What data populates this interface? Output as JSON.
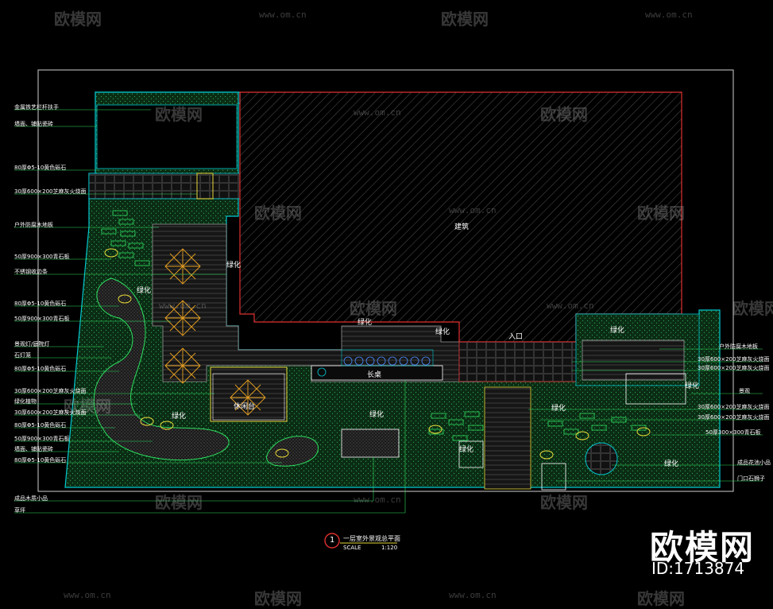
{
  "watermark": {
    "brand": "欧模网",
    "url": "www.om.cn"
  },
  "logo": {
    "brand": "欧模网",
    "id": "ID:1713874"
  },
  "drawing": {
    "title": "一层室外景观总平面",
    "scale_label": "SCALE",
    "scale_value": "1:120",
    "number": "1"
  },
  "plan_labels": {
    "building": "建筑",
    "entrance": "入口",
    "long_bench": "长桌",
    "pavilion": "休闲台",
    "green": "绿化"
  },
  "left_labels": [
    "金属铁艺栏杆扶手",
    "墙面、铺贴瓷砖",
    "80厚Φ5-10黄色砾石",
    "30厚600×200芝麻灰火烧面",
    "户外防腐木地板",
    "50厚900×300青石板",
    "不锈钢收边条",
    "80厚Φ5-10黄色砾石",
    "50厚900×300青石板",
    "景观灯/庭院灯",
    "石灯笼",
    "80厚Φ5-10黄色砾石",
    "30厚600×200芝麻灰火烧面",
    "绿化植物",
    "30厚600×200芝麻灰火烧面",
    "80厚Φ5-10黄色砾石",
    "50厚900×300青石板",
    "墙面、铺贴瓷砖",
    "80厚Φ5-10黄色砾石",
    "成品木质小品",
    "草坪"
  ],
  "right_labels": [
    "户外防腐木地板",
    "30厚600×200芝麻灰火烧面",
    "30厚600×200芝麻灰火烧面",
    "景观",
    "30厚600×200芝麻灰火烧面",
    "30厚600×200芝麻灰火烧面",
    "50厚300×300青石板",
    "成品花池小品",
    "门口石狮子"
  ]
}
